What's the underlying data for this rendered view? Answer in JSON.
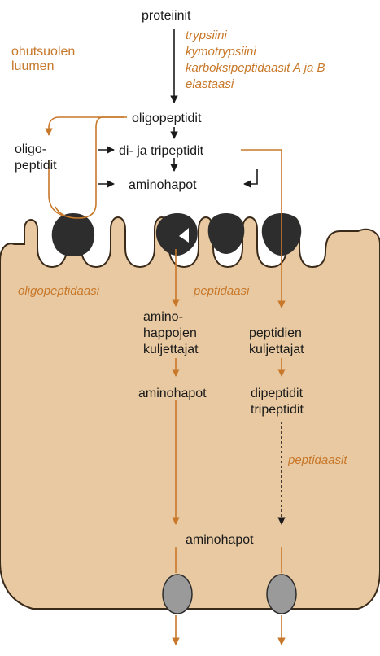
{
  "diagram": {
    "top": {
      "proteins": "proteiinit",
      "lumen_label": [
        "ohutsuolen",
        "luumen"
      ],
      "enzymes": [
        "trypsiini",
        "kymotrypsiini",
        "karboksipeptidaasit A ja B",
        "elastaasi"
      ],
      "oligopeptides": "oligopeptidit",
      "di_tri": "di- ja tripeptidit",
      "amino_acids": "aminohapot",
      "side_oligo": [
        "oligo-",
        "peptidit"
      ]
    },
    "cell": {
      "oligopeptidase": "oligopeptidaasi",
      "peptidase": "peptidaasi",
      "aa_transporters": [
        "amino-",
        "happojen",
        "kuljettajat"
      ],
      "peptide_transporters": [
        "peptidien",
        "kuljettajat"
      ],
      "amino_acids_mid": "aminohapot",
      "dipeptides": "dipeptidit",
      "tripeptides": "tripeptidit",
      "peptidases_plural": "peptidaasit",
      "amino_acids_bottom": "aminohapot"
    },
    "colors": {
      "orange": "#c8782a",
      "cell_fill": "#e8c9a1",
      "enzyme_dark": "#2d2d2d",
      "transporter": "#9a9a9a",
      "arrow_black": "#1a1a1a"
    }
  }
}
